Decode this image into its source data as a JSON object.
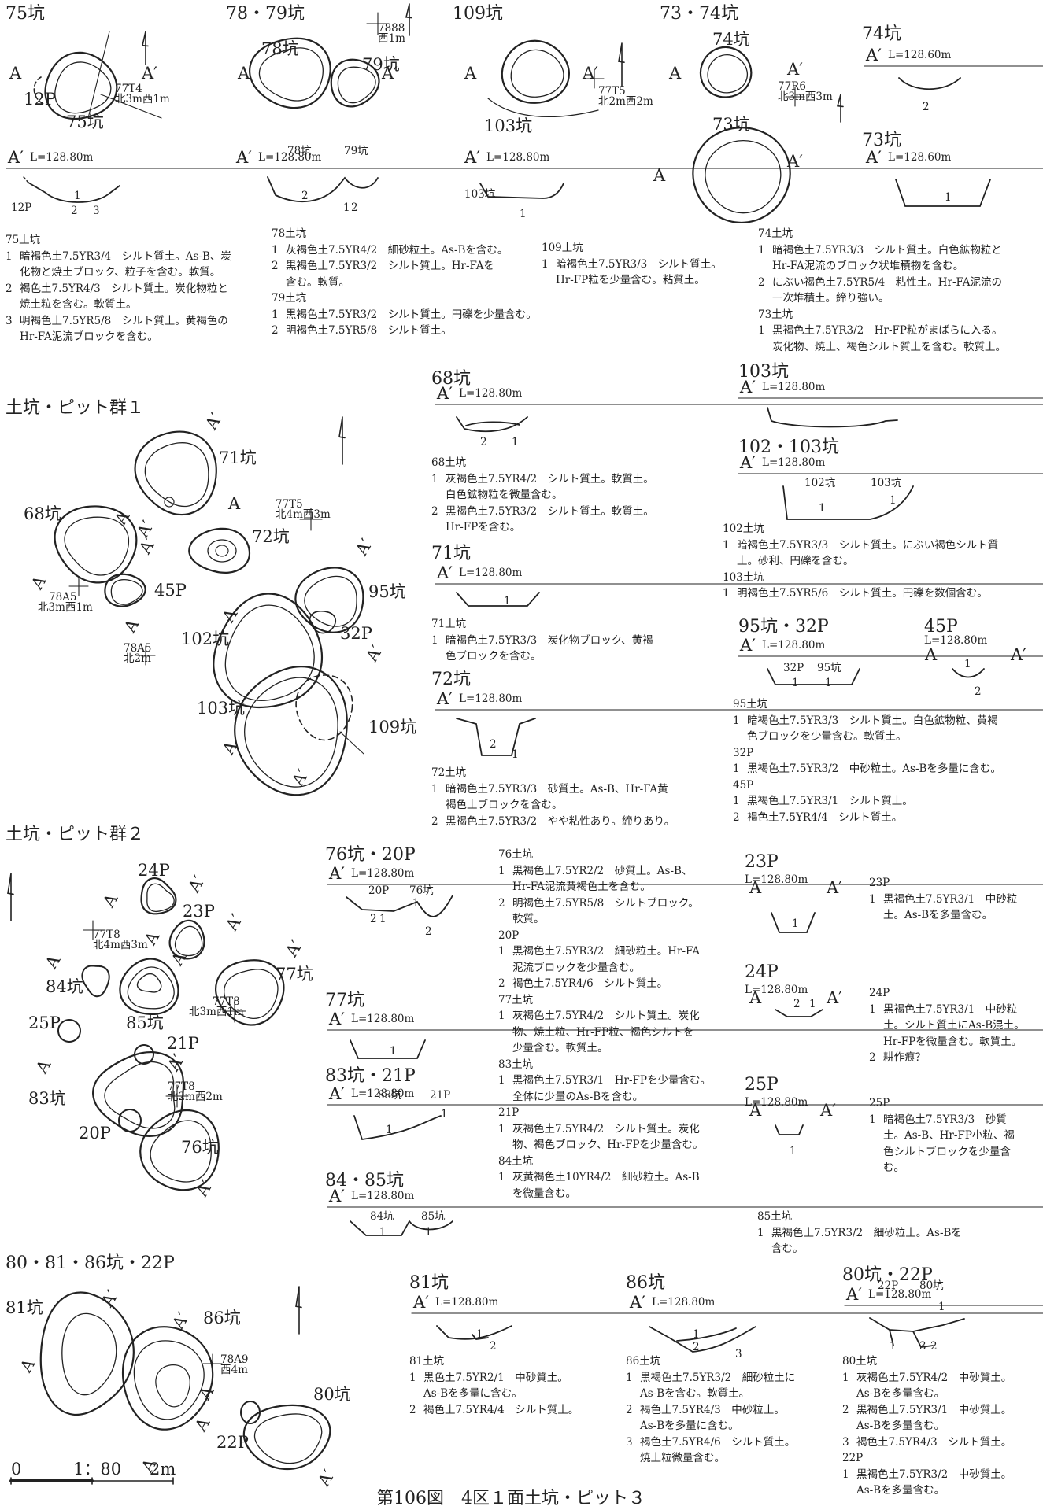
{
  "caption": "第106図　4区１面土坑・ピット３",
  "groups": {
    "g1": "土坑・ピット群１",
    "g2": "土坑・ピット群２",
    "g3": "80・81・86坑・22P"
  },
  "scale": {
    "zero": "0",
    "ratio": "1：80",
    "end": "2m"
  },
  "marks": {
    "a": "A",
    "ap": "A′",
    "l128": "L=128.80m",
    "l1286": "L=128.60m"
  },
  "titles": {
    "f75": "75坑",
    "f7879": "78・79坑",
    "f109": "109坑",
    "f7374": "73・74坑",
    "f74": "74坑",
    "f73": "73坑",
    "f68": "68坑",
    "f71": "71坑",
    "f72": "72坑",
    "f103": "103坑",
    "f102": "102・103坑",
    "f95": "95坑・32P",
    "f45": "45P",
    "f76": "76坑・20P",
    "f77": "77坑",
    "f83": "83坑・21P",
    "f8485": "84・85坑",
    "f23": "23P",
    "f24": "24P",
    "f25": "25P",
    "f81": "81坑",
    "f86": "86坑",
    "f80": "80坑・22P"
  },
  "labels": {
    "l75": "75坑",
    "l12p": "12P",
    "l78": "78坑",
    "l79": "79坑",
    "l103": "103坑",
    "l74": "74坑",
    "l73": "73坑",
    "l71": "71坑",
    "l68": "68坑",
    "l72": "72坑",
    "l45": "45P",
    "l95": "95坑",
    "l32": "32P",
    "l102": "102坑",
    "l109": "109坑",
    "l24": "24P",
    "l23": "23P",
    "l84": "84坑",
    "l77": "77坑",
    "l25": "25P",
    "l85": "85坑",
    "l21": "21P",
    "l83": "83坑",
    "l20": "20P",
    "l76": "76坑",
    "l81": "81坑",
    "l86": "86坑",
    "l80": "80坑",
    "l22": "22P"
  },
  "grid": {
    "g7774": "77T4",
    "g7774b": "北3m西1m",
    "g7888": "7888",
    "g7888b": "西1m",
    "g77t5a": "77T5",
    "g77t5b": "北2m西2m",
    "g77r6": "77R6",
    "g77r6b": "北3m西3m",
    "g77t5c": "77T5",
    "g77t5d": "北4m西3m",
    "g78a5": "78A5",
    "g78a5b": "北3m西1m",
    "g78a5c": "78A5",
    "g78a5d": "北2m",
    "g77t8a": "77T8",
    "g77t8b": "北4m西3m",
    "g77t8c": "77T8",
    "g77t8d": "北3m西1m",
    "g77t8e": "77T8",
    "g77t8f": "北2m西2m",
    "g78a9": "78A9",
    "g78a9b": "西4m"
  },
  "sec": {
    "n1": "1",
    "n2": "2",
    "n3": "3",
    "s78": "78坑",
    "s79": "79坑",
    "s103": "103坑",
    "s102": "102坑",
    "s32": "32P",
    "s95": "95坑",
    "s20": "20P",
    "s76": "76坑",
    "s83": "83坑",
    "s21": "21P",
    "s84": "84坑",
    "s85": "85坑",
    "s22": "22P",
    "s80": "80坑",
    "s12": "12P"
  },
  "notes": {
    "n75": {
      "head": "75土坑",
      "rows": [
        {
          "n": "1",
          "t": "暗褐色土7.5YR3/4　シルト質土。As-B、炭"
        },
        {
          "c": "化物と焼土ブロック、粒子を含む。軟質。"
        },
        {
          "n": "2",
          "t": "褐色土7.5YR4/3　シルト質土。炭化物粒と"
        },
        {
          "c": "焼土粒を含む。軟質土。"
        },
        {
          "n": "3",
          "t": "明褐色土7.5YR5/8　シルト質土。黄褐色の"
        },
        {
          "c": "Hr-FA泥流ブロックを含む。"
        }
      ]
    },
    "n78": {
      "head": "78土坑",
      "rows": [
        {
          "n": "1",
          "t": "灰褐色土7.5YR4/2　細砂粒土。As-Bを含む。"
        },
        {
          "n": "2",
          "t": "黒褐色土7.5YR3/2　シルト質土。Hr-FAを"
        },
        {
          "c": "含む。軟質。"
        },
        {
          "h": "79土坑"
        },
        {
          "n": "1",
          "t": "黒褐色土7.5YR3/2　シルト質土。円礫を少量含む。"
        },
        {
          "n": "2",
          "t": "明褐色土7.5YR5/8　シルト質土。"
        }
      ]
    },
    "n109": {
      "head": "109土坑",
      "rows": [
        {
          "n": "1",
          "t": "暗褐色土7.5YR3/3　シルト質土。"
        },
        {
          "c": "Hr-FP粒を少量含む。粘質土。"
        }
      ]
    },
    "n74": {
      "head": "74土坑",
      "rows": [
        {
          "n": "1",
          "t": "暗褐色土7.5YR3/3　シルト質土。白色鉱物粒と"
        },
        {
          "c": "Hr-FA泥流のブロック状堆積物を含む。"
        },
        {
          "n": "2",
          "t": "にぶい褐色土7.5YR5/4　粘性土。Hr-FA泥流の"
        },
        {
          "c": "一次堆積土。締り強い。"
        },
        {
          "h": "73土坑"
        },
        {
          "n": "1",
          "t": "黒褐色土7.5YR3/2　Hr-FP粒がまばらに入る。"
        },
        {
          "c": "炭化物、焼土、褐色シルト質土を含む。軟質土。"
        }
      ]
    },
    "n68": {
      "head": "68土坑",
      "rows": [
        {
          "n": "1",
          "t": "灰褐色土7.5YR4/2　シルト質土。軟質土。"
        },
        {
          "c": "白色鉱物粒を微量含む。"
        },
        {
          "n": "2",
          "t": "黒褐色土7.5YR3/2　シルト質土。軟質土。"
        },
        {
          "c": "Hr-FPを含む。"
        }
      ]
    },
    "n71": {
      "head": "71土坑",
      "rows": [
        {
          "n": "1",
          "t": "暗褐色土7.5YR3/3　炭化物ブロック、黄褐"
        },
        {
          "c": "色ブロックを含む。"
        }
      ]
    },
    "n72": {
      "head": "72土坑",
      "rows": [
        {
          "n": "1",
          "t": "暗褐色土7.5YR3/3　砂質土。As-B、Hr-FA黄"
        },
        {
          "c": "褐色土ブロックを含む。"
        },
        {
          "n": "2",
          "t": "黒褐色土7.5YR3/2　やや粘性あり。締りあり。"
        }
      ]
    },
    "n102": {
      "head": "102土坑",
      "rows": [
        {
          "n": "1",
          "t": "暗褐色土7.5YR3/3　シルト質土。にぶい褐色シルト質"
        },
        {
          "c": "土。砂利、円礫を含む。"
        },
        {
          "h": "103土坑"
        },
        {
          "n": "1",
          "t": "明褐色土7.5YR5/6　シルト質土。円礫を数個含む。"
        }
      ]
    },
    "n95": {
      "head": "95土坑",
      "rows": [
        {
          "n": "1",
          "t": "暗褐色土7.5YR3/3　シルト質土。白色鉱物粒、黄褐"
        },
        {
          "c": "色ブロックを少量含む。軟質土。"
        },
        {
          "h": "32P"
        },
        {
          "n": "1",
          "t": "黒褐色土7.5YR3/2　中砂粒土。As-Bを多量に含む。"
        },
        {
          "h": "45P"
        },
        {
          "n": "1",
          "t": "黒褐色土7.5YR3/1　シルト質土。"
        },
        {
          "n": "2",
          "t": "褐色土7.5YR4/4　シルト質土。"
        }
      ]
    },
    "n76": {
      "head": "76土坑",
      "rows": [
        {
          "n": "1",
          "t": "黒褐色土7.5YR2/2　砂質土。As-B、"
        },
        {
          "c": "Hr-FA泥流黄褐色土を含む。"
        },
        {
          "n": "2",
          "t": "明褐色土7.5YR5/8　シルトブロック。"
        },
        {
          "c": "軟質。"
        },
        {
          "h": "20P"
        },
        {
          "n": "1",
          "t": "黒褐色土7.5YR3/2　細砂粒土。Hr-FA"
        },
        {
          "c": "泥流ブロックを少量含む。"
        },
        {
          "n": "2",
          "t": "褐色土7.5YR4/6　シルト質土。"
        },
        {
          "h": "77土坑"
        },
        {
          "n": "1",
          "t": "灰褐色土7.5YR4/2　シルト質土。炭化"
        },
        {
          "c": "物、焼土粒、Hr-FP粒、褐色シルトを"
        },
        {
          "c": "少量含む。軟質土。"
        },
        {
          "h": "83土坑"
        },
        {
          "n": "1",
          "t": "黒褐色土7.5YR3/1　Hr-FPを少量含む。"
        },
        {
          "c": "全体に少量のAs-Bを含む。"
        },
        {
          "h": "21P"
        },
        {
          "n": "1",
          "t": "灰褐色土7.5YR4/2　シルト質土。炭化"
        },
        {
          "c": "物、褐色ブロック、Hr-FPを少量含む。"
        },
        {
          "h": "84土坑"
        },
        {
          "n": "1",
          "t": "灰黄褐色土10YR4/2　細砂粒土。As-B"
        },
        {
          "c": "を微量含む。"
        }
      ]
    },
    "n23": {
      "head": "23P",
      "rows": [
        {
          "n": "1",
          "t": "黒褐色土7.5YR3/1　中砂粒"
        },
        {
          "c": "土。As-Bを多量含む。"
        }
      ]
    },
    "n24": {
      "head": "24P",
      "rows": [
        {
          "n": "1",
          "t": "黒褐色土7.5YR3/1　中砂粒"
        },
        {
          "c": "土。シルト質土にAs-B混土。"
        },
        {
          "c": "Hr-FPを微量含む。軟質土。"
        },
        {
          "n": "2",
          "t": "耕作痕？"
        }
      ]
    },
    "n25": {
      "head": "25P",
      "rows": [
        {
          "n": "1",
          "t": "暗褐色土7.5YR3/3　砂質"
        },
        {
          "c": "土。As-B、Hr-FP小粒、褐"
        },
        {
          "c": "色シルトブロックを少量含"
        },
        {
          "c": "む。"
        }
      ]
    },
    "n85": {
      "head": "85土坑",
      "rows": [
        {
          "n": "1",
          "t": "黒褐色土7.5YR3/2　細砂粒土。As-Bを"
        },
        {
          "c": "含む。"
        }
      ]
    },
    "n81": {
      "head": "81土坑",
      "rows": [
        {
          "n": "1",
          "t": "黒色土7.5YR2/1　中砂質土。"
        },
        {
          "c": "As-Bを多量に含む。"
        },
        {
          "n": "2",
          "t": "褐色土7.5YR4/4　シルト質土。"
        }
      ]
    },
    "n86": {
      "head": "86土坑",
      "rows": [
        {
          "n": "1",
          "t": "黒褐色土7.5YR3/2　細砂粒土に"
        },
        {
          "c": "As-Bを含む。軟質土。"
        },
        {
          "n": "2",
          "t": "褐色土7.5YR4/3　中砂粒土。"
        },
        {
          "c": "As-Bを多量に含む。"
        },
        {
          "n": "3",
          "t": "褐色土7.5YR4/6　シルト質土。"
        },
        {
          "c": "焼土粒微量含む。"
        }
      ]
    },
    "n80": {
      "head": "80土坑",
      "rows": [
        {
          "n": "1",
          "t": "灰褐色土7.5YR4/2　中砂質土。"
        },
        {
          "c": "As-Bを多量含む。"
        },
        {
          "n": "2",
          "t": "黒褐色土7.5YR3/1　中砂質土。"
        },
        {
          "c": "As-Bを多量含む。"
        },
        {
          "n": "3",
          "t": "褐色土7.5YR4/3　シルト質土。"
        },
        {
          "h": "22P"
        },
        {
          "n": "1",
          "t": "黒褐色土7.5YR3/2　中砂質土。"
        },
        {
          "c": "As-Bを多量含む。"
        }
      ]
    }
  }
}
